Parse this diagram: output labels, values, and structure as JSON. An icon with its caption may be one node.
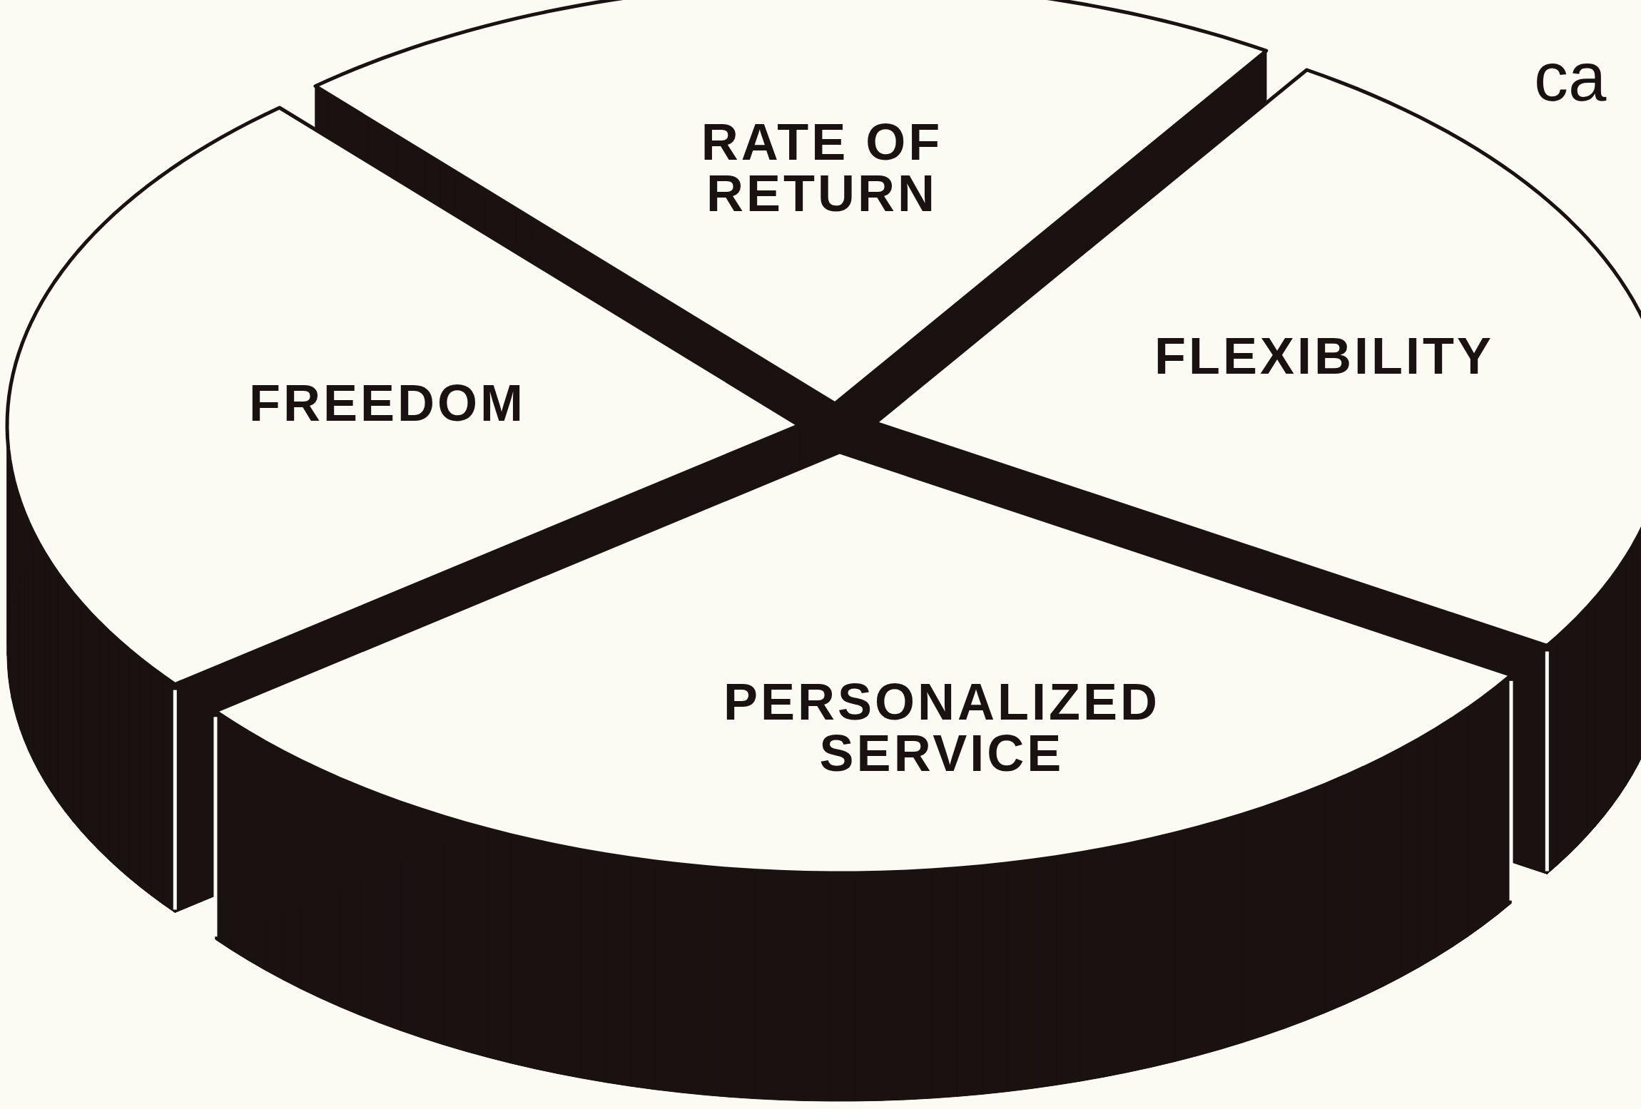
{
  "diagram": {
    "nodes": [
      {
        "text": [
          "RATE OF RETURN"
        ]
      },
      {
        "text": [
          "FREEDOM"
        ]
      },
      {
        "text": [
          "FLEXIBILITY"
        ]
      },
      {
        "text": [
          "PERSONALIZED SERVICE"
        ]
      }
    ],
    "labels": [
      "ca"
    ]
  }
}
